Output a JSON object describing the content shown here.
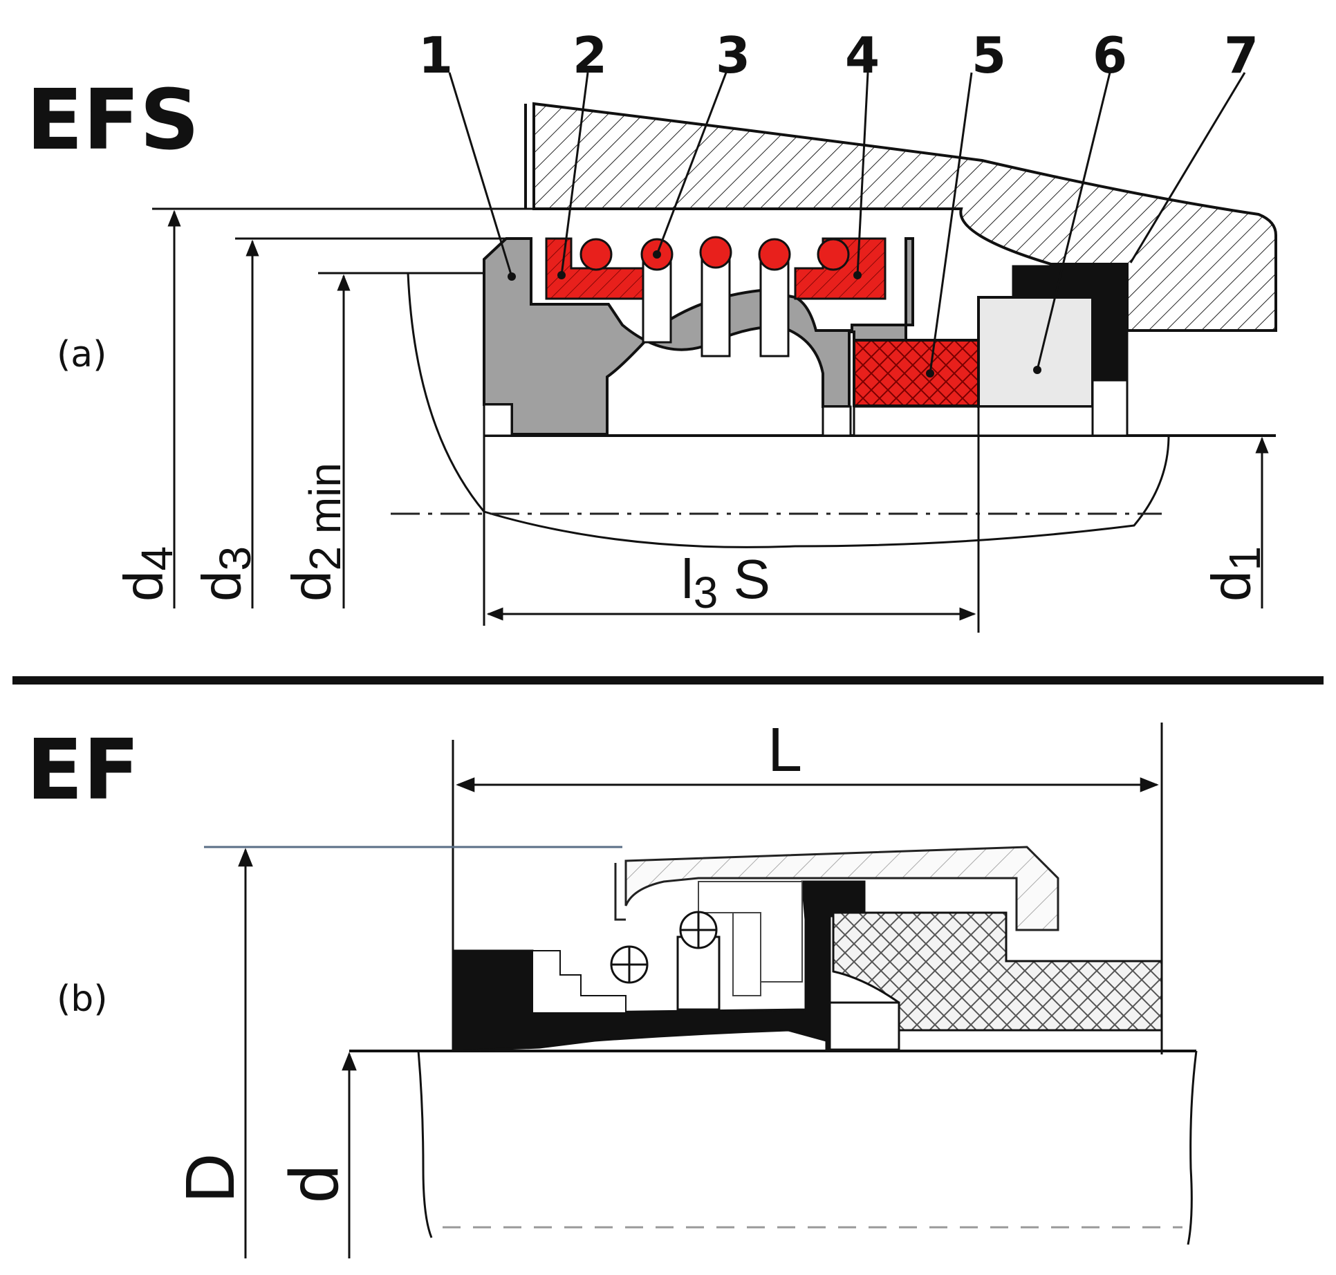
{
  "panels": [
    {
      "id": "a",
      "title": "EFS",
      "caption": "(a)",
      "callouts": [
        "1",
        "2",
        "3",
        "4",
        "5",
        "6",
        "7"
      ],
      "dimensions": {
        "d4": {
          "base": "d",
          "sub": "4"
        },
        "d3": {
          "base": "d",
          "sub": "3"
        },
        "d2": {
          "base": "d",
          "sub": "2 min"
        },
        "d1": {
          "base": "d",
          "sub": "1"
        },
        "l3s": {
          "base": "l",
          "sub": "3",
          "suffix": " S"
        }
      }
    },
    {
      "id": "b",
      "title": "EF",
      "caption": "(b)",
      "dimensions": {
        "L": "L",
        "D": "D",
        "d": "d"
      }
    }
  ],
  "colors": {
    "seal_red": "#e8201c",
    "housing_gray": "#a0a0a0",
    "seat_light": "#e9e9e9",
    "black": "#111111"
  }
}
